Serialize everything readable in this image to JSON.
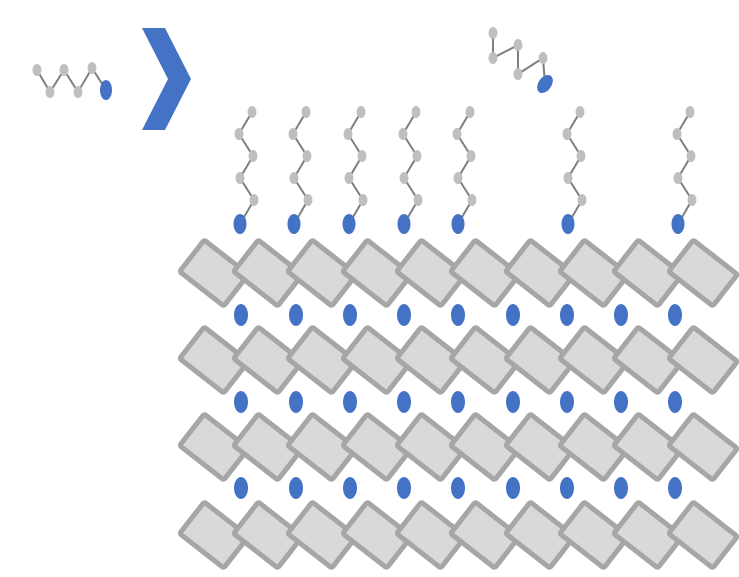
{
  "diagram": {
    "colors": {
      "background": "#ffffff",
      "slab_fill": "#d9d9d9",
      "slab_stroke": "#a6a6a6",
      "cation_blue": "#4472c4",
      "chain_node": "#bfbfbf",
      "chain_bond": "#7f7f7f",
      "arrow": "#4472c4"
    },
    "icons": {
      "arrow": "chevron-right-icon",
      "free_molecule": "alkyl-chain-molecule-icon",
      "desorbed_molecule": "desorbed-alkyl-chain-icon"
    },
    "counts": {
      "layers": 4,
      "slabs_per_layer": 10,
      "interlayer_rows": 3,
      "ions_per_interlayer_row": 9,
      "surface_chains": 7
    },
    "notes": []
  }
}
